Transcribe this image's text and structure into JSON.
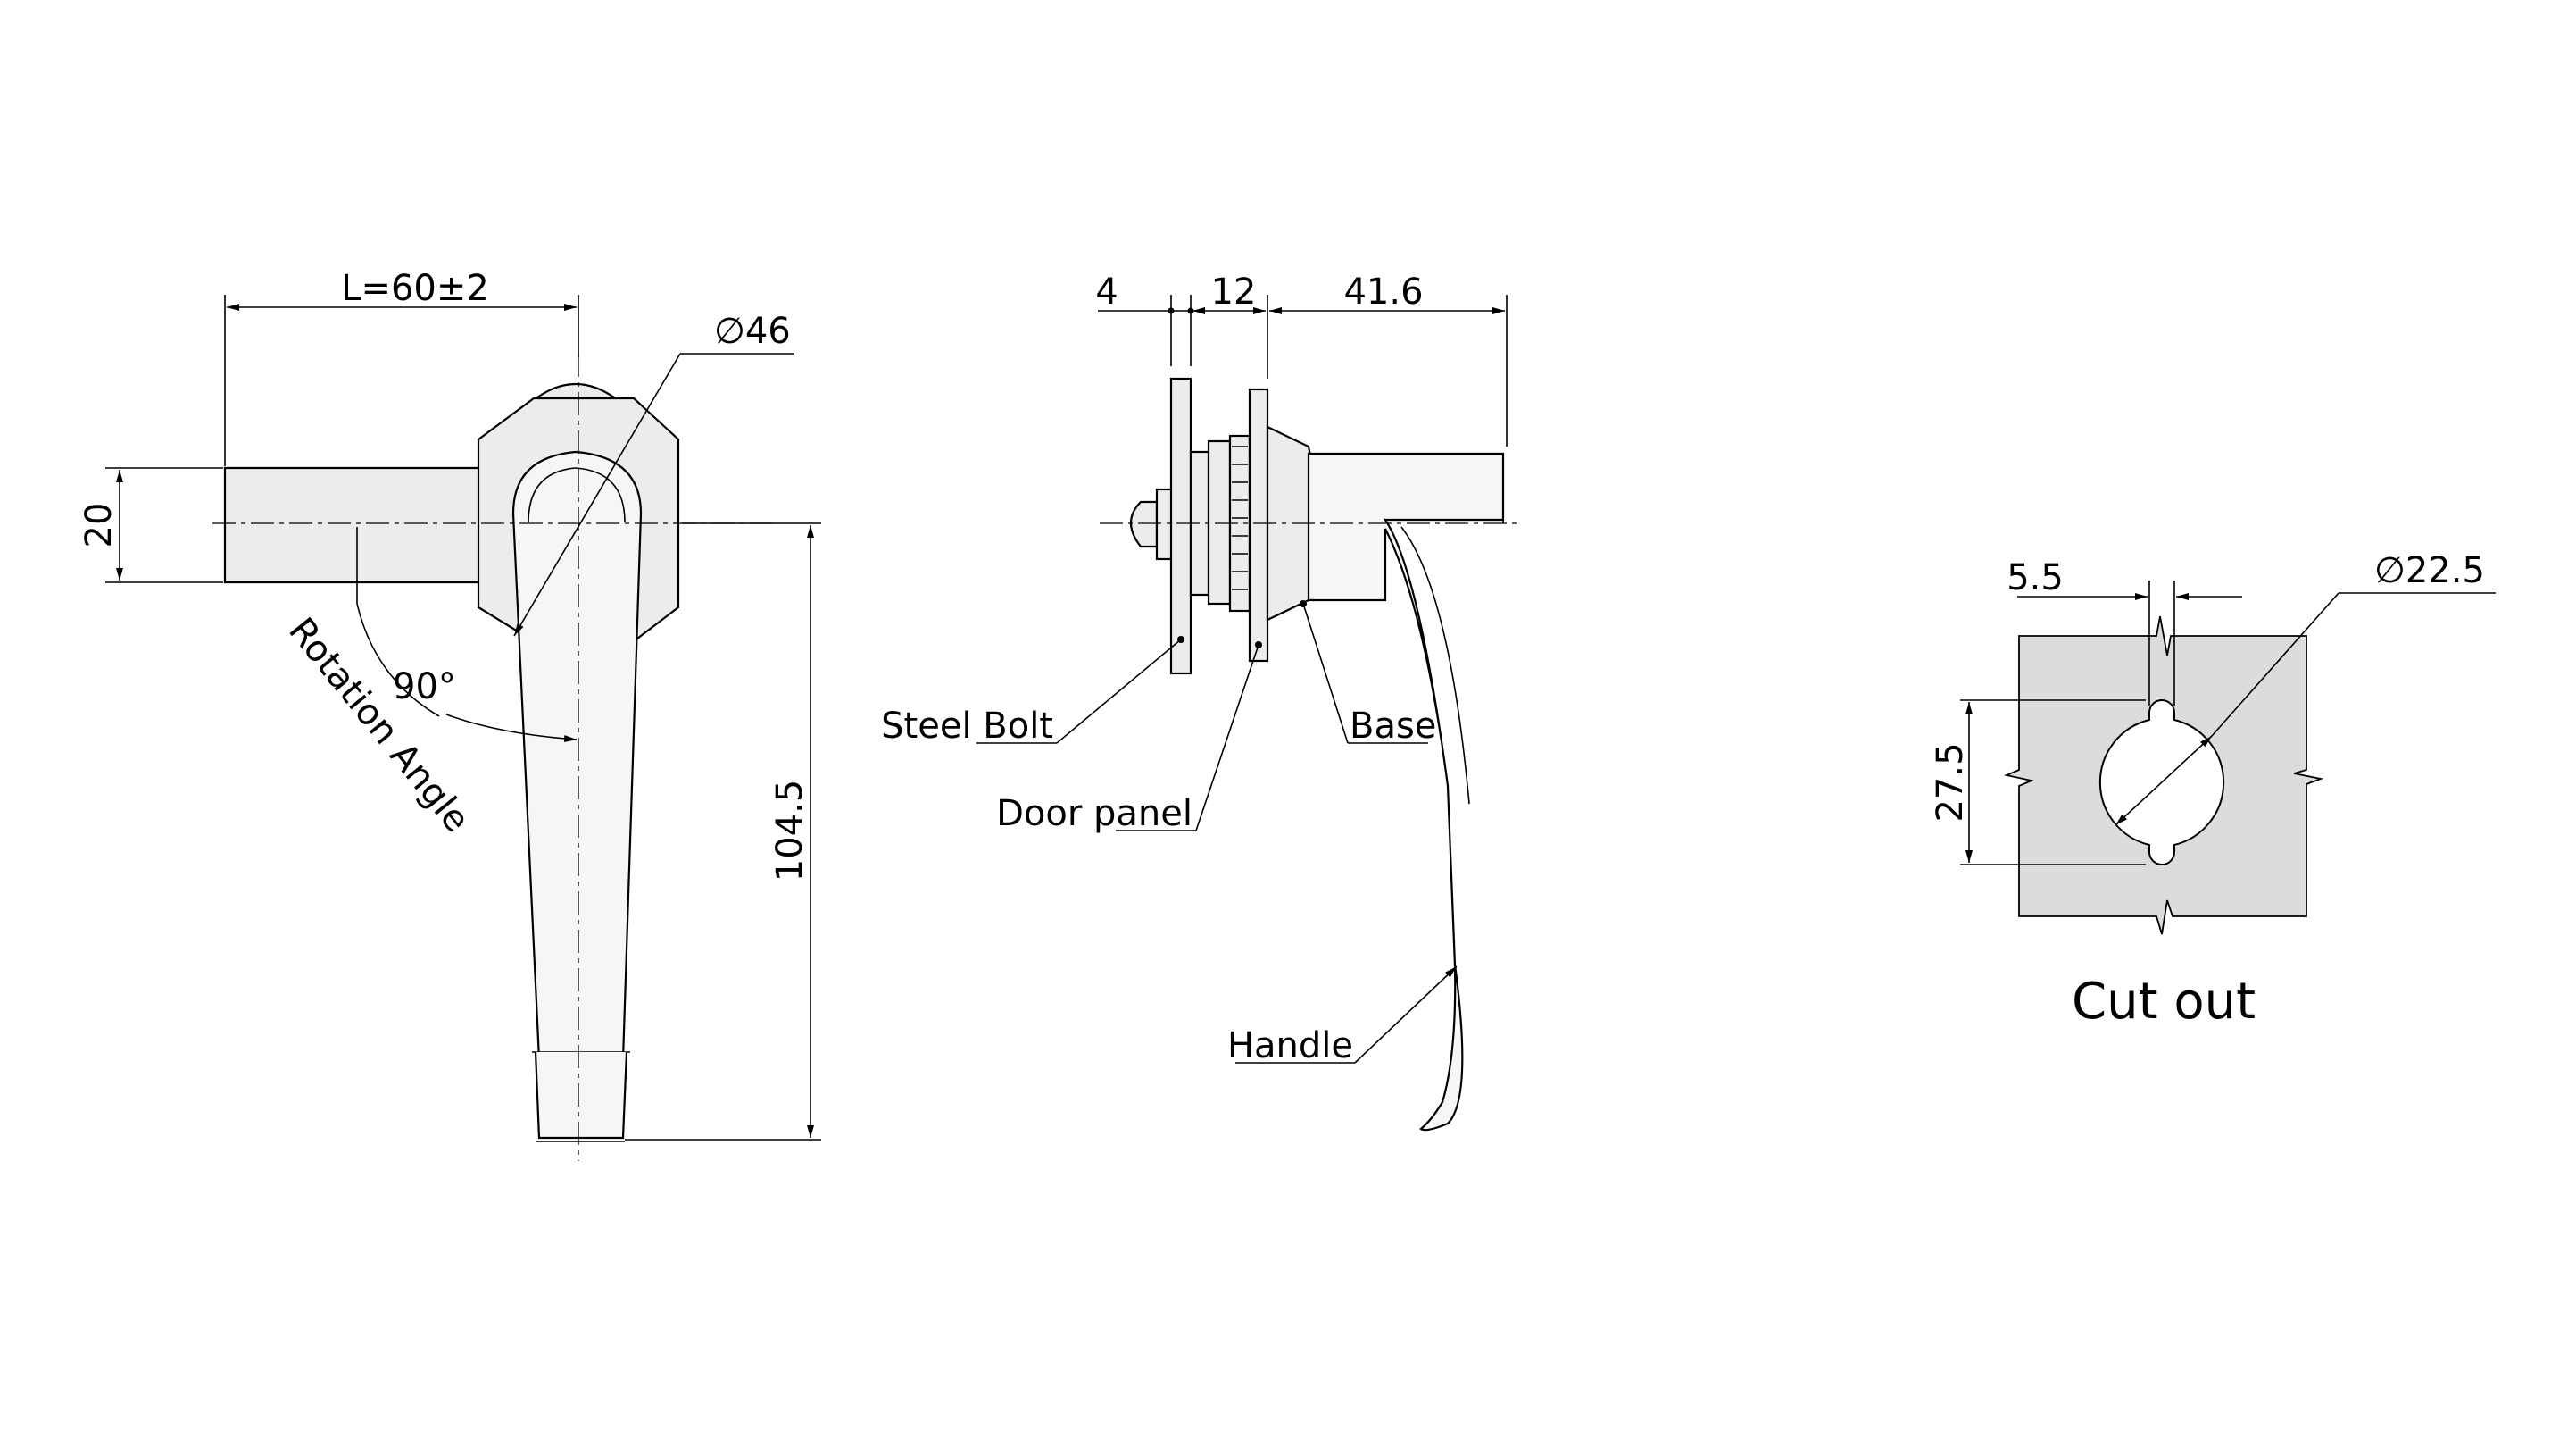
{
  "dimensions": {
    "length": "L=60±2",
    "diameter_46": "∅46",
    "height_20": "20",
    "angle": "90°",
    "length_104": "104.5",
    "thickness_4": "4",
    "thickness_12": "12",
    "depth_41": "41.6",
    "slot_5": "5.5",
    "hole_diameter": "∅22.5",
    "cut_height": "27.5"
  },
  "labels": {
    "rotation_angle": "Rotation Angle",
    "steel_bolt": "Steel Bolt",
    "door_panel": "Door panel",
    "base": "Base",
    "handle": "Handle",
    "cut_out": "Cut out"
  }
}
